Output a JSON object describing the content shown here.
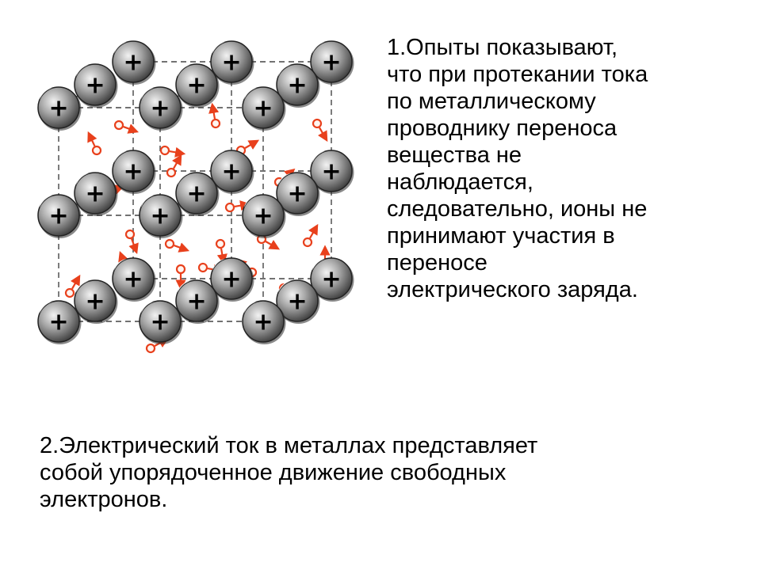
{
  "slide": {
    "point1_lines": [
      "1.Опыты показывают,",
      "что при протекании тока",
      "по металлическому",
      "проводнику переноса",
      "вещества не",
      "наблюдается,",
      "следовательно, ионы не",
      "принимают участия в",
      "переносе",
      "электрического заряда."
    ],
    "point2_lines": [
      "2.Электрический ток в металлах представляет",
      "собой упорядоченное движение свободных",
      "электронов."
    ],
    "illustration": {
      "ion_symbol": "+",
      "ion_icon": "positive-ion-icon",
      "electron_icon": "free-electron-icon",
      "colors": {
        "ion_fill": "#8a8a8a",
        "electron": "#e8401c",
        "lattice_lines": "#444444"
      }
    }
  }
}
